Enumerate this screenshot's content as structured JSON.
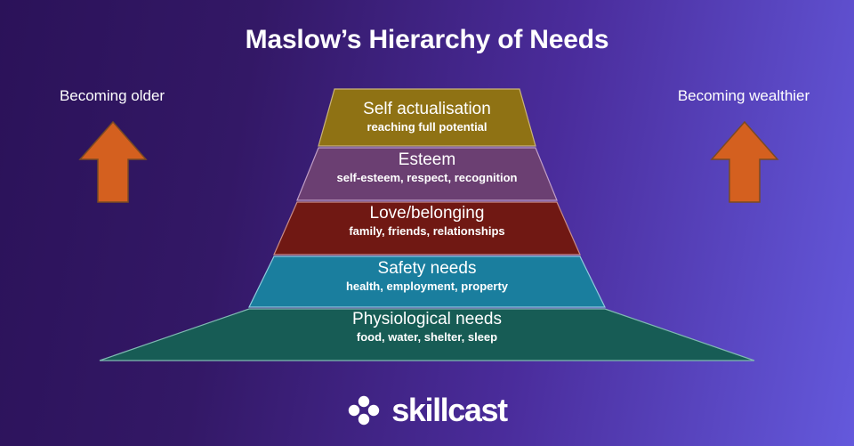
{
  "title": "Maslow’s Hierarchy of Needs",
  "background": {
    "gradient_from": "#2B1259",
    "gradient_to": "#6459DC"
  },
  "annotations": {
    "left": {
      "label": "Becoming older",
      "arrow_icon": "up-arrow-icon",
      "arrow_color": "#D4601F",
      "direction": "up"
    },
    "right": {
      "label": "Becoming wealthier",
      "arrow_icon": "up-arrow-icon",
      "arrow_color": "#D4601F",
      "direction": "up"
    }
  },
  "pyramid": {
    "levels": [
      {
        "rank": 5,
        "title": "Self actualisation",
        "subtitle": "reaching full potential",
        "color": "#8F7214"
      },
      {
        "rank": 4,
        "title": "Esteem",
        "subtitle": "self-esteem, respect, recognition",
        "color": "#6B3F72"
      },
      {
        "rank": 3,
        "title": "Love/belonging",
        "subtitle": "family, friends, relationships",
        "color": "#701813"
      },
      {
        "rank": 2,
        "title": "Safety needs",
        "subtitle": "health, employment, property",
        "color": "#1A7E9E"
      },
      {
        "rank": 1,
        "title": "Physiological needs",
        "subtitle": "food, water, shelter, sleep",
        "color": "#175C55"
      }
    ]
  },
  "logo": {
    "text": "skillcast",
    "mark_icon": "four-dot-diamond-icon",
    "color": "#FFFFFF"
  }
}
